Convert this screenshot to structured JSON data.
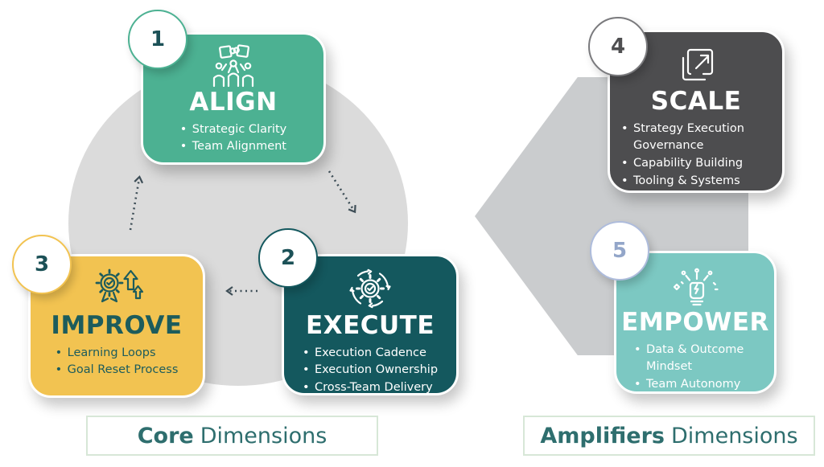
{
  "cards": [
    {
      "id": "align",
      "number": "1",
      "title": "ALIGN",
      "icon": "team-puzzle-icon",
      "bullets": [
        "Strategic Clarity",
        "Team Alignment"
      ],
      "bg": "#4CB192"
    },
    {
      "id": "execute",
      "number": "2",
      "title": "EXECUTE",
      "icon": "gear-cycle-icon",
      "bullets": [
        "Execution Cadence",
        "Execution Ownership",
        "Cross-Team Delivery"
      ],
      "bg": "#14585E"
    },
    {
      "id": "improve",
      "number": "3",
      "title": "IMPROVE",
      "icon": "badge-growth-icon",
      "bullets": [
        "Learning Loops",
        "Goal Reset Process"
      ],
      "bg": "#F2C351"
    },
    {
      "id": "scale",
      "number": "4",
      "title": "SCALE",
      "icon": "expand-squares-icon",
      "bullets": [
        "Strategy Execution Governance",
        "Capability Building",
        "Tooling & Systems"
      ],
      "bg": "#4D4D4F"
    },
    {
      "id": "empower",
      "number": "5",
      "title": "EMPOWER",
      "icon": "raised-fist-icon",
      "bullets": [
        "Data & Outcome Mindset",
        "Team Autonomy"
      ],
      "bg": "#7CC8C2"
    }
  ],
  "footer": {
    "core": {
      "bold": "Core",
      "rest": "Dimensions"
    },
    "amplifiers": {
      "bold": "Amplifiers",
      "rest": "Dimensions"
    }
  },
  "colors": {
    "align_green": "#4CB192",
    "execute_teal": "#14585E",
    "improve_yellow": "#F2C351",
    "scale_gray": "#4D4D4F",
    "empower_teal": "#7CC8C2",
    "cycle_circle_gray": "#DBDBDB",
    "big_arrow_gray": "#CACCCE",
    "dotted_arrow": "#3E4E57",
    "footer_text": "#2E6E6E",
    "footer_border": "#D7E7D7",
    "improve_text": "#1D5C5C",
    "badge5_accent": "#93A6C9"
  }
}
